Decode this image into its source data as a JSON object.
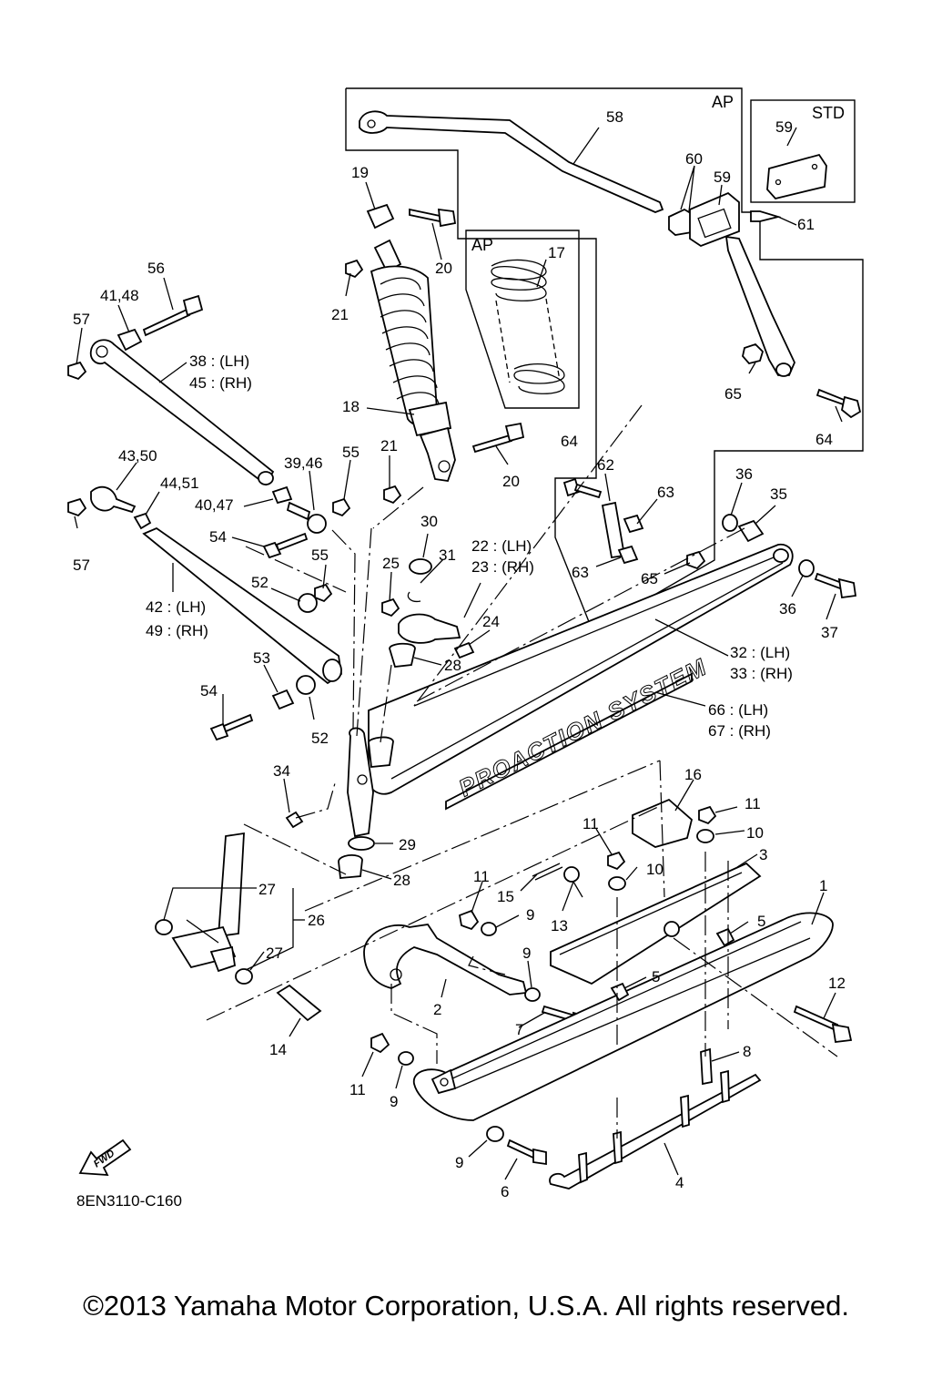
{
  "drawing_code": "8EN3110-C160",
  "copyright": "©2013 Yamaha Motor Corporation, U.S.A. All rights reserved.",
  "fwd_label": "FWD",
  "brand_decal": "PROACTION SYSTEM",
  "boxes": {
    "ap_main": "AP",
    "ap_spring": "AP",
    "std": "STD"
  },
  "callouts": [
    {
      "id": "c58",
      "text": "58"
    },
    {
      "id": "c60",
      "text": "60"
    },
    {
      "id": "c59a",
      "text": "59"
    },
    {
      "id": "c59b",
      "text": "59"
    },
    {
      "id": "c61",
      "text": "61"
    },
    {
      "id": "c19",
      "text": "19"
    },
    {
      "id": "c20a",
      "text": "20"
    },
    {
      "id": "c17",
      "text": "17"
    },
    {
      "id": "c21a",
      "text": "21"
    },
    {
      "id": "c56",
      "text": "56"
    },
    {
      "id": "c4148",
      "text": "41,48"
    },
    {
      "id": "c57a",
      "text": "57"
    },
    {
      "id": "c38",
      "text": "38 : (LH)"
    },
    {
      "id": "c45",
      "text": "45 : (RH)"
    },
    {
      "id": "c18",
      "text": "18"
    },
    {
      "id": "c65a",
      "text": "65"
    },
    {
      "id": "c64a",
      "text": "64"
    },
    {
      "id": "c64b",
      "text": "64"
    },
    {
      "id": "c4350",
      "text": "43,50"
    },
    {
      "id": "c4451",
      "text": "44,51"
    },
    {
      "id": "c3946",
      "text": "39,46"
    },
    {
      "id": "c55a",
      "text": "55"
    },
    {
      "id": "c21b",
      "text": "21"
    },
    {
      "id": "c20b",
      "text": "20"
    },
    {
      "id": "c62",
      "text": "62"
    },
    {
      "id": "c63a",
      "text": "63"
    },
    {
      "id": "c36a",
      "text": "36"
    },
    {
      "id": "c35",
      "text": "35"
    },
    {
      "id": "c4047",
      "text": "40,47"
    },
    {
      "id": "c57b",
      "text": "57"
    },
    {
      "id": "c54a",
      "text": "54"
    },
    {
      "id": "c30",
      "text": "30"
    },
    {
      "id": "c22",
      "text": "22 : (LH)"
    },
    {
      "id": "c23",
      "text": "23 : (RH)"
    },
    {
      "id": "c55b",
      "text": "55"
    },
    {
      "id": "c25",
      "text": "25"
    },
    {
      "id": "c31",
      "text": "31"
    },
    {
      "id": "c63b",
      "text": "63"
    },
    {
      "id": "c65b",
      "text": "65"
    },
    {
      "id": "c36b",
      "text": "36"
    },
    {
      "id": "c37",
      "text": "37"
    },
    {
      "id": "c52a",
      "text": "52"
    },
    {
      "id": "c42",
      "text": "42 : (LH)"
    },
    {
      "id": "c49",
      "text": "49 : (RH)"
    },
    {
      "id": "c24",
      "text": "24"
    },
    {
      "id": "c32",
      "text": "32 : (LH)"
    },
    {
      "id": "c33",
      "text": "33 : (RH)"
    },
    {
      "id": "c53",
      "text": "53"
    },
    {
      "id": "c28a",
      "text": "28"
    },
    {
      "id": "c54b",
      "text": "54"
    },
    {
      "id": "c66",
      "text": "66 : (LH)"
    },
    {
      "id": "c67",
      "text": "67 : (RH)"
    },
    {
      "id": "c52b",
      "text": "52"
    },
    {
      "id": "c34",
      "text": "34"
    },
    {
      "id": "c16",
      "text": "16"
    },
    {
      "id": "c11a",
      "text": "11"
    },
    {
      "id": "c11b",
      "text": "11"
    },
    {
      "id": "c10a",
      "text": "10"
    },
    {
      "id": "c29",
      "text": "29"
    },
    {
      "id": "c3",
      "text": "3"
    },
    {
      "id": "c10b",
      "text": "10"
    },
    {
      "id": "c28b",
      "text": "28"
    },
    {
      "id": "c11c",
      "text": "11"
    },
    {
      "id": "c15",
      "text": "15"
    },
    {
      "id": "c27a",
      "text": "27"
    },
    {
      "id": "c1",
      "text": "1"
    },
    {
      "id": "c9a",
      "text": "9"
    },
    {
      "id": "c26",
      "text": "26"
    },
    {
      "id": "c13",
      "text": "13"
    },
    {
      "id": "c5a",
      "text": "5"
    },
    {
      "id": "c27b",
      "text": "27"
    },
    {
      "id": "c9b",
      "text": "9"
    },
    {
      "id": "c5b",
      "text": "5"
    },
    {
      "id": "c2",
      "text": "2"
    },
    {
      "id": "c12",
      "text": "12"
    },
    {
      "id": "c7",
      "text": "7"
    },
    {
      "id": "c14",
      "text": "14"
    },
    {
      "id": "c8",
      "text": "8"
    },
    {
      "id": "c11d",
      "text": "11"
    },
    {
      "id": "c9c",
      "text": "9"
    },
    {
      "id": "c9d",
      "text": "9"
    },
    {
      "id": "c6",
      "text": "6"
    },
    {
      "id": "c4",
      "text": "4"
    }
  ]
}
